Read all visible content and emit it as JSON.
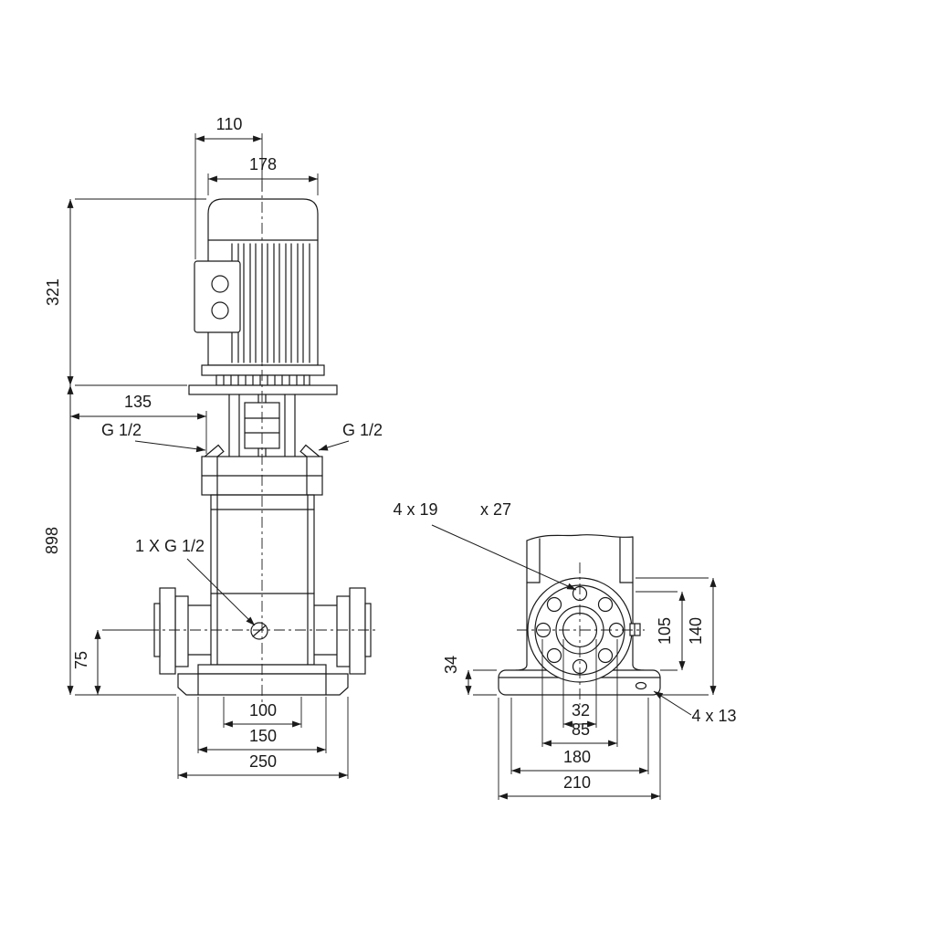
{
  "drawing": {
    "background": "#ffffff",
    "ink": "#1a1a1a",
    "front_view": {
      "motor_depth": "110",
      "motor_width": "178",
      "motor_height": "321",
      "head_length": "135",
      "plug_left": "G 1/2",
      "plug_right": "G 1/2",
      "total_height": "898",
      "drain_plug": "1 X G 1/2",
      "port_center_height": "75",
      "inner_width": "100",
      "mid_width": "150",
      "base_width": "250"
    },
    "side_view": {
      "flange_hole_spec": "4 x 19",
      "flange_hole_spec2": "x 27",
      "base_height": "34",
      "upper_height": "105",
      "outer_height": "140",
      "bore": "32",
      "bolt_circle": "85",
      "base_depth": "180",
      "plate_depth": "210",
      "base_hole_spec": "4 x 13"
    }
  }
}
